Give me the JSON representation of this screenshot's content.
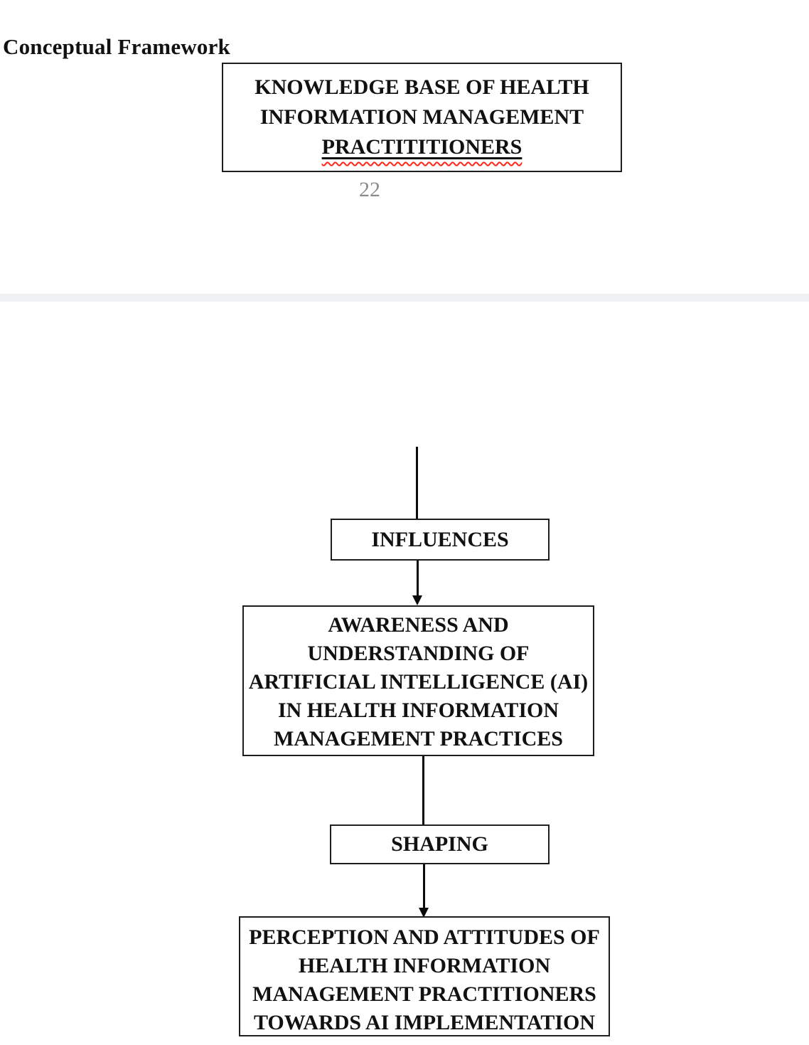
{
  "document": {
    "heading": "Conceptual Framework",
    "page_number": "22"
  },
  "diagram": {
    "knowledge_box": {
      "lines": [
        "KNOWLEDGE BASE OF HEALTH",
        "INFORMATION MANAGEMENT"
      ],
      "underlined_misspelled_word": "PRACTITITIONERS"
    },
    "influences_label": "INFLUENCES",
    "awareness_box": {
      "lines": [
        "AWARENESS AND",
        "UNDERSTANDING OF",
        "ARTIFICIAL INTELLIGENCE (AI)",
        "IN HEALTH INFORMATION",
        "MANAGEMENT PRACTICES"
      ]
    },
    "shaping_label": "SHAPING",
    "perception_box": {
      "lines": [
        "PERCEPTION AND ATTITUDES OF",
        "HEALTH INFORMATION",
        "MANAGEMENT PRACTITIONERS",
        "TOWARDS AI IMPLEMENTATION"
      ]
    },
    "colors": {
      "text": "#111111",
      "box_border": "#1e1e1e",
      "connector": "#0a0a0a",
      "spellcheck_underline": "#ff2617",
      "page_number": "#8b8b8e",
      "page_break_band": "#f0f1f3"
    }
  }
}
